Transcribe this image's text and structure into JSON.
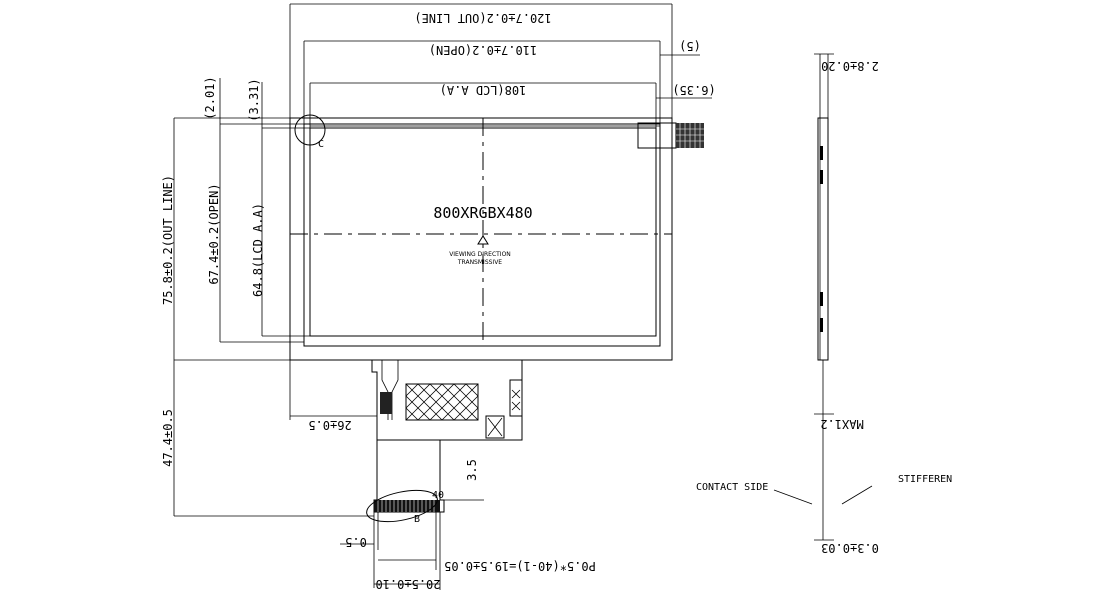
{
  "panel": {
    "resolution": "800XRGBX480",
    "viewing_direction": "VIEWING DIRECTION",
    "mode": "TRANSMISSIVE",
    "detail_c": "C",
    "detail_b": "B"
  },
  "dimensions": {
    "outline_width": "120.7±0.2(OUT LINE)",
    "open_width": "110.7±0.2(OPEN)",
    "lcd_aa_width": "108(LCD A.A)",
    "right_offset_5": "(5)",
    "right_offset_635": "(6.35)",
    "top_offset_201": "(2.01)",
    "top_offset_331": "(3.31)",
    "outline_height": "75.8±0.2(OUT LINE)",
    "open_height": "67.4±0.2(OPEN)",
    "lcd_aa_height": "64.8(LCD A.A)",
    "fpc_offset": "26±0.5",
    "fpc_length": "47.4±0.5",
    "fpc_step": "3.5",
    "pin_start_gap": "0.5",
    "pin_pitch": "P0.5*(40-1)=19.5±0.05",
    "connector_width": "20.5±0.10",
    "pin_count": "40",
    "thickness_top": "2.8±0.20",
    "thickness_max": "MAX1.2",
    "thickness_bottom": "0.3±0.03"
  },
  "labels": {
    "contact_side": "CONTACT SIDE",
    "stiffener": "STIFFEREN"
  }
}
